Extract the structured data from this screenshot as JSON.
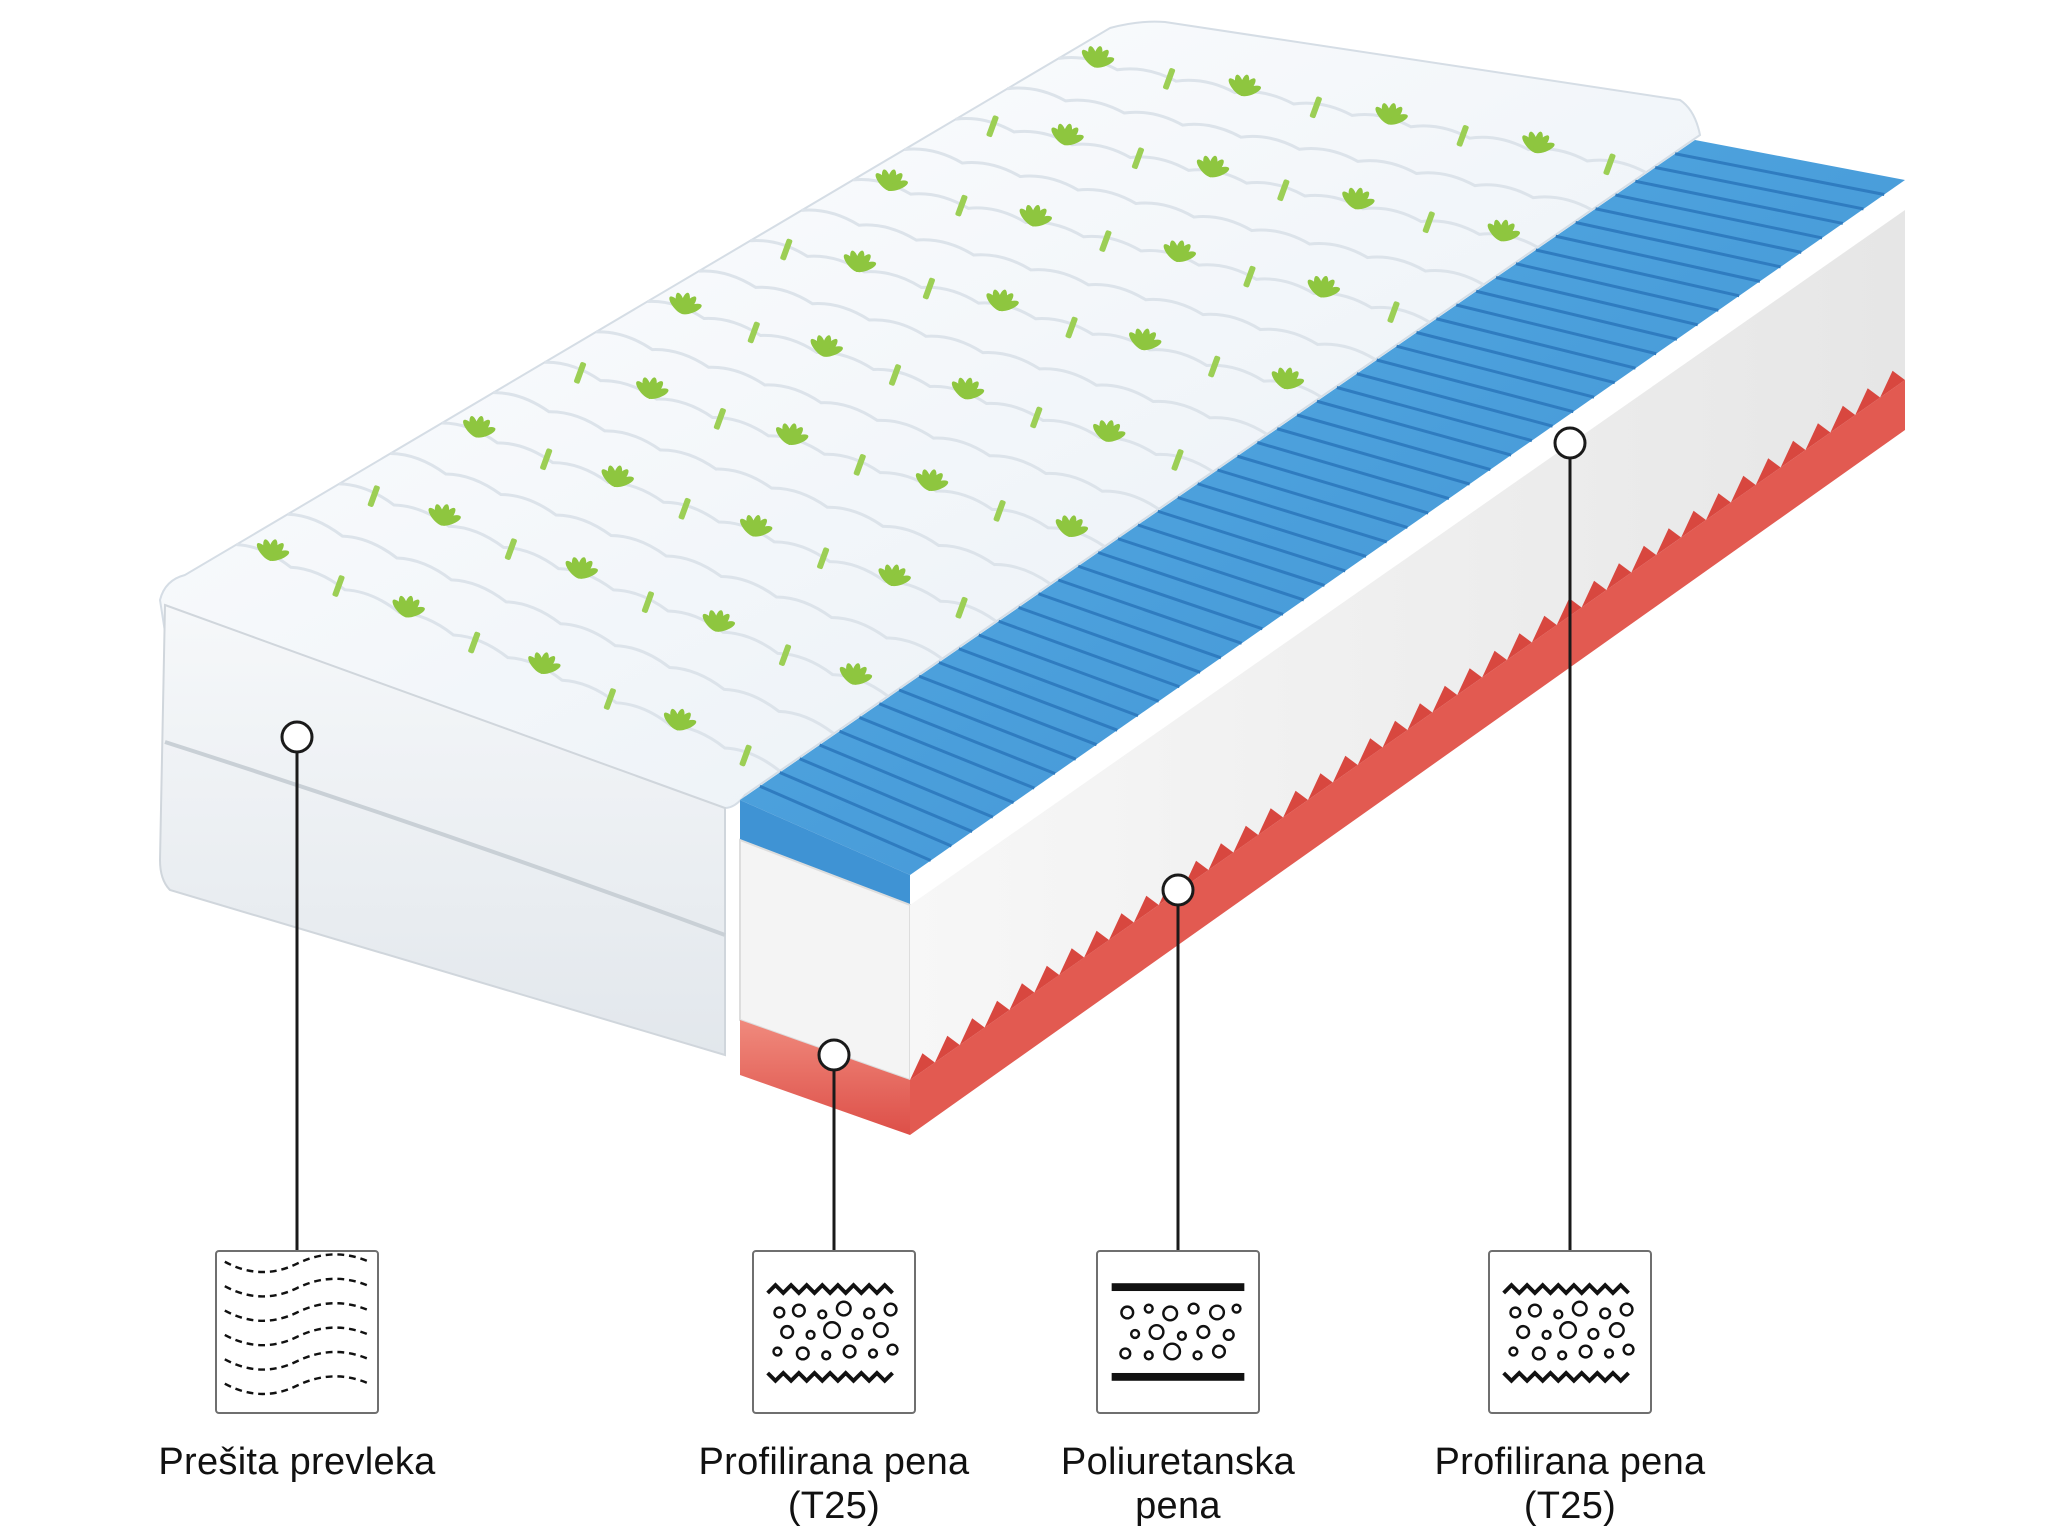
{
  "product": "mattress-cross-section",
  "colors": {
    "cover_fabric": "#f3f7fb",
    "cover_pattern": "#8ec63f",
    "top_foam": "#4a9fdc",
    "middle_foam": "#f2f2f2",
    "bottom_foam": "#e8564f",
    "callout_line": "#1a1a1a"
  },
  "callouts": [
    {
      "icon": "quilted-cover-icon",
      "label_lines": [
        "Prešita prevleka"
      ]
    },
    {
      "icon": "profiled-foam-icon",
      "label_lines": [
        "Profilirana pena",
        "(T25)"
      ]
    },
    {
      "icon": "polyurethane-foam-icon",
      "label_lines": [
        "Poliuretanska",
        "pena"
      ]
    },
    {
      "icon": "profiled-foam-icon",
      "label_lines": [
        "Profilirana pena",
        "(T25)"
      ]
    }
  ]
}
